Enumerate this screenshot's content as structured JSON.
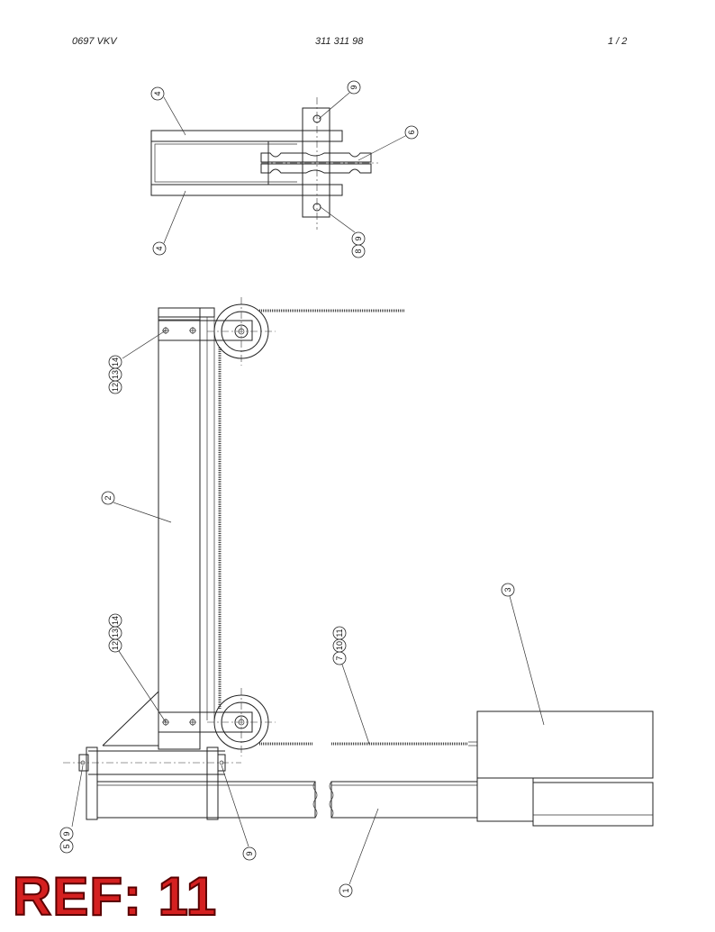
{
  "header": {
    "left": "0697 VKV",
    "center": "311 311 98",
    "right": "1  /  2"
  },
  "callouts": {
    "top_upper_4": "4",
    "top_lower_4": "4",
    "top_9": "9",
    "top_6": "6",
    "top_8_9": [
      "8",
      "9"
    ],
    "mid_12_13_14_upper": [
      "12",
      "13",
      "14"
    ],
    "mid_2": "2",
    "mid_12_13_14_lower": [
      "12",
      "13",
      "14"
    ],
    "mid_7_10_11": [
      "7",
      "10",
      "11"
    ],
    "mid_3": "3",
    "bot_5_9": [
      "5",
      "9"
    ],
    "bot_9": "9",
    "bot_1": "1"
  },
  "ref_label": "REF: 11"
}
